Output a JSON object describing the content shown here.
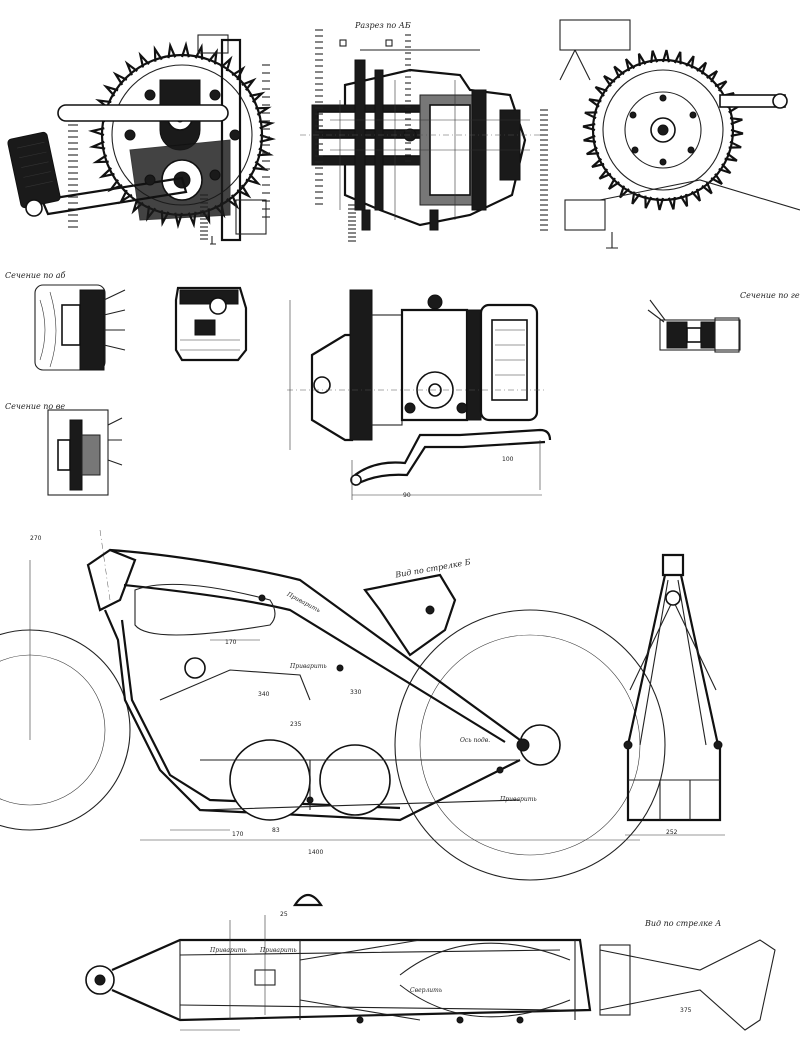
{
  "sections": {
    "ab": "Разрез по АБ",
    "ab_left": "Сечение по аб",
    "ve": "Сечение по ве",
    "ge": "Сечение по ге",
    "view_b": "Вид по стрелке Б",
    "view_a": "Вид по стрелке А"
  },
  "callouts": {
    "privarit_1": "Приварить",
    "privarit_2": "Приварить",
    "privarit_3": "Приварить",
    "privarit_4": "Приварить",
    "privarit_5": "Приварить",
    "osi_podv": "Ось подв.",
    "sverlit": "Сверлить"
  },
  "dims": {
    "d170": "170",
    "d340": "340",
    "d330": "330",
    "d235": "235",
    "d170b": "170",
    "d83": "83",
    "d1400": "1400",
    "d25": "25",
    "d375": "375",
    "d100": "100",
    "d90": "90",
    "d252": "252",
    "d270": "270"
  }
}
